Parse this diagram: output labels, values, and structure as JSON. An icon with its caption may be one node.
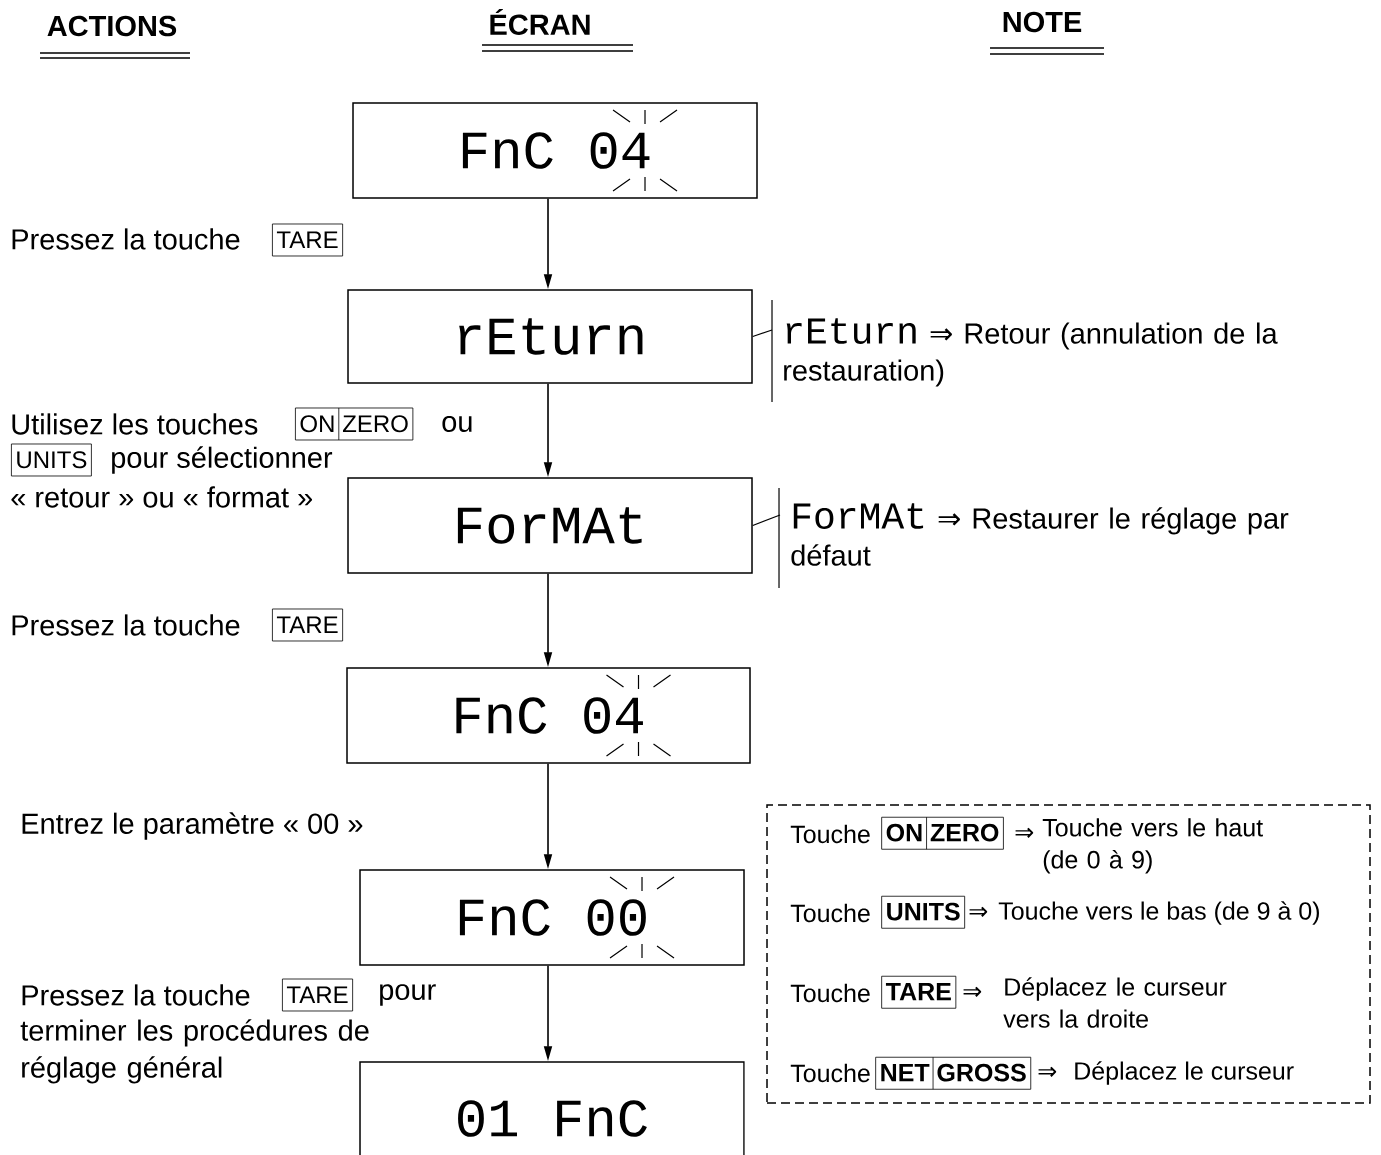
{
  "diagram": {
    "nodes": [
      {
        "text": [
          "FnC 04"
        ]
      },
      {
        "text": [
          "rEturn"
        ]
      },
      {
        "text": [
          "ForMAt"
        ]
      },
      {
        "text": [
          "FnC 04"
        ]
      },
      {
        "text": [
          "FnC 00"
        ]
      },
      {
        "text": [
          "01 FnC"
        ]
      },
      {
        "text": [
          "rEturn",
          "⇒",
          "Retour (annulation de la restauration)"
        ]
      },
      {
        "text": [
          "ForMAt",
          "⇒",
          "Restaurer le réglage par défaut"
        ]
      },
      {
        "text": [
          "TARE"
        ]
      },
      {
        "text": [
          "ON",
          "ZERO"
        ]
      },
      {
        "text": [
          "UNITS"
        ]
      },
      {
        "text": [
          "TARE"
        ]
      },
      {
        "text": [
          "TARE"
        ]
      },
      {
        "text": [],
        "shape": "box"
      },
      {
        "text": [
          "ON",
          "ZERO"
        ],
        "in": 13
      },
      {
        "text": [
          "UNITS"
        ],
        "in": 13
      },
      {
        "text": [
          "TARE"
        ],
        "in": 13
      },
      {
        "text": [
          "NET",
          "GROSS"
        ],
        "in": 13
      }
    ],
    "edges": [
      {
        "from": 0,
        "to": 1,
        "arrow": "to"
      },
      {
        "from": 1,
        "to": 2,
        "arrow": "to"
      },
      {
        "from": 2,
        "to": 3,
        "arrow": "to"
      },
      {
        "from": 3,
        "to": 4,
        "arrow": "to"
      },
      {
        "from": 4,
        "to": 5,
        "arrow": "to"
      },
      {
        "from": 6,
        "to": 1,
        "arrow": "none"
      },
      {
        "from": 7,
        "to": 2,
        "arrow": "none"
      }
    ],
    "labels": [
      "ACTIONS",
      "ÉCRAN",
      "NOTE",
      "Pressez la touche",
      "Utilisez les touches",
      "ou",
      "pour sélectionner",
      "« retour » ou « format »",
      "Pressez la touche",
      "Entrez le paramètre « 00 »",
      "Pressez la touche",
      "pour",
      "terminer les procédures de réglage général",
      "Touche",
      "⇒",
      "Touche vers le haut (de 0 à 9)",
      "Touche",
      "⇒",
      "Touche vers le bas (de 9 à 0)",
      "Touche",
      "⇒",
      "Déplacez le curseur vers la droite",
      "Touche",
      "⇒",
      "Déplacez le curseur"
    ]
  }
}
